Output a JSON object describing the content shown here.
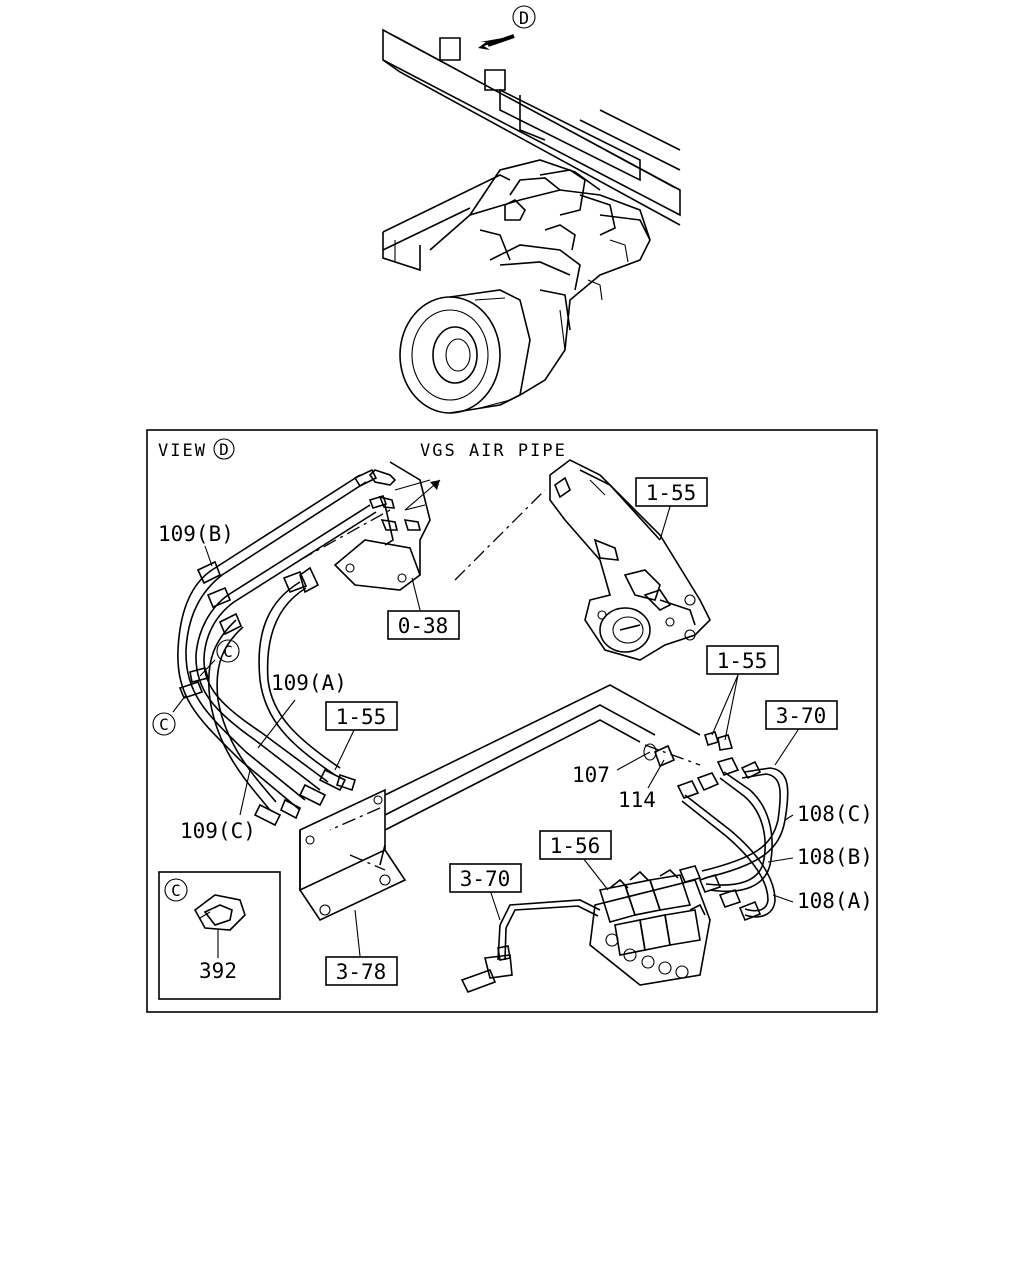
{
  "view_marker": "D",
  "view_title": "VIEW",
  "air_pipe_label": "VGS AIR PIPE",
  "callouts": {
    "c_upper": "C",
    "c_lower": "C",
    "c_inset": "C"
  },
  "ref_boxes": {
    "r155_top": "1-55",
    "r038": "0-38",
    "r155_right": "1-55",
    "r370_right": "3-70",
    "r155_mid": "1-55",
    "r156": "1-56",
    "r370_bottom": "3-70",
    "r378": "3-78"
  },
  "part_labels": {
    "p109b": "109(B)",
    "p109a": "109(A)",
    "p109c": "109(C)",
    "p107": "107",
    "p114": "114",
    "p108c": "108(C)",
    "p108b": "108(B)",
    "p108a": "108(A)",
    "p392": "392"
  }
}
